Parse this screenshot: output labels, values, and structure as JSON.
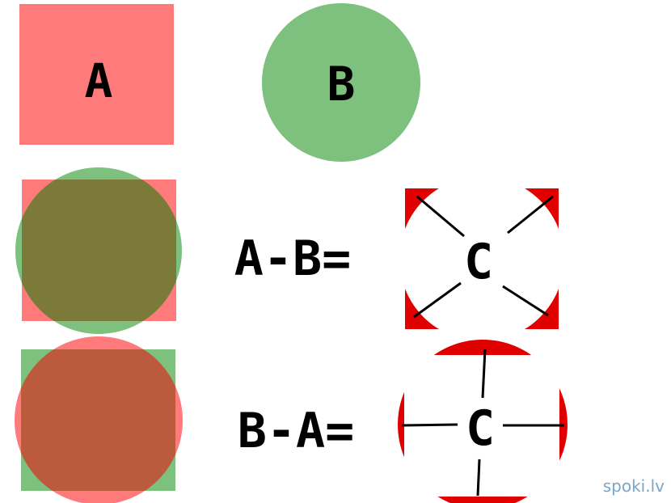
{
  "labels": {
    "a": "A",
    "b": "B",
    "a_minus_b": "A-B=",
    "b_minus_a": "B-A=",
    "c_top": "C",
    "c_bottom": "C"
  },
  "watermark": "spoki.lv",
  "colors": {
    "square": "#ff7b7b",
    "circle": "#7ec07e",
    "overlap_circle_on_square": "#7b7a38",
    "overlap_square_on_circle": "#bb5a3c",
    "corner_red": "#e00000",
    "ink": "#000000"
  }
}
